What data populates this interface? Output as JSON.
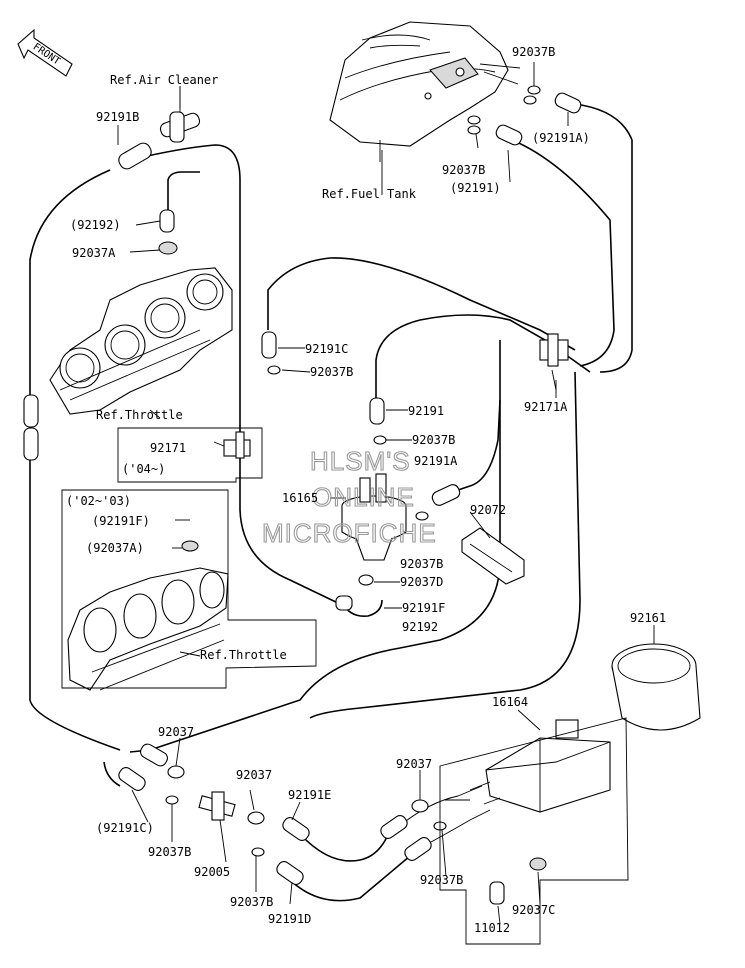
{
  "front_label": "FRONT",
  "watermark": [
    "HLSM'S",
    "ONLINE",
    "MICROFICHE"
  ],
  "labels": {
    "ref_air_cleaner": "Ref.Air Cleaner",
    "ref_fuel_tank": "Ref.Fuel Tank",
    "ref_throttle_top": "Ref.Throttle",
    "ref_throttle_bottom": "Ref.Throttle",
    "yr_04": "('04~)",
    "yr_02_03": "('02~'03)"
  },
  "parts": {
    "p92191B": "92191B",
    "p92037B_top": "92037B",
    "p92191A_paren": "(92191A)",
    "p92037B_tank": "92037B",
    "p92191_paren": "(92191)",
    "p92192_paren": "(92192)",
    "p92037A": "92037A",
    "p92191C": "92191C",
    "p92037B_mid": "92037B",
    "p92171A": "92171A",
    "p92191": "92191",
    "p92037B_can": "92037B",
    "p92171": "92171",
    "p92191A": "92191A",
    "p16165": "16165",
    "p92072": "92072",
    "p92191F_paren": "(92191F)",
    "p92037B_low": "92037B",
    "p92037A_paren": "(92037A)",
    "p92037D": "92037D",
    "p92191F": "92191F",
    "p92192": "92192",
    "p92161": "92161",
    "p16164": "16164",
    "p92037_left": "92037",
    "p92037_mid": "92037",
    "p92191E": "92191E",
    "p92037_right": "92037",
    "p92191C_paren": "(92191C)",
    "p92037B_bl": "92037B",
    "p92005": "92005",
    "p92037B_bm": "92037B",
    "p92037B_br": "92037B",
    "p92191D": "92191D",
    "p11012": "11012",
    "p92037C": "92037C"
  }
}
